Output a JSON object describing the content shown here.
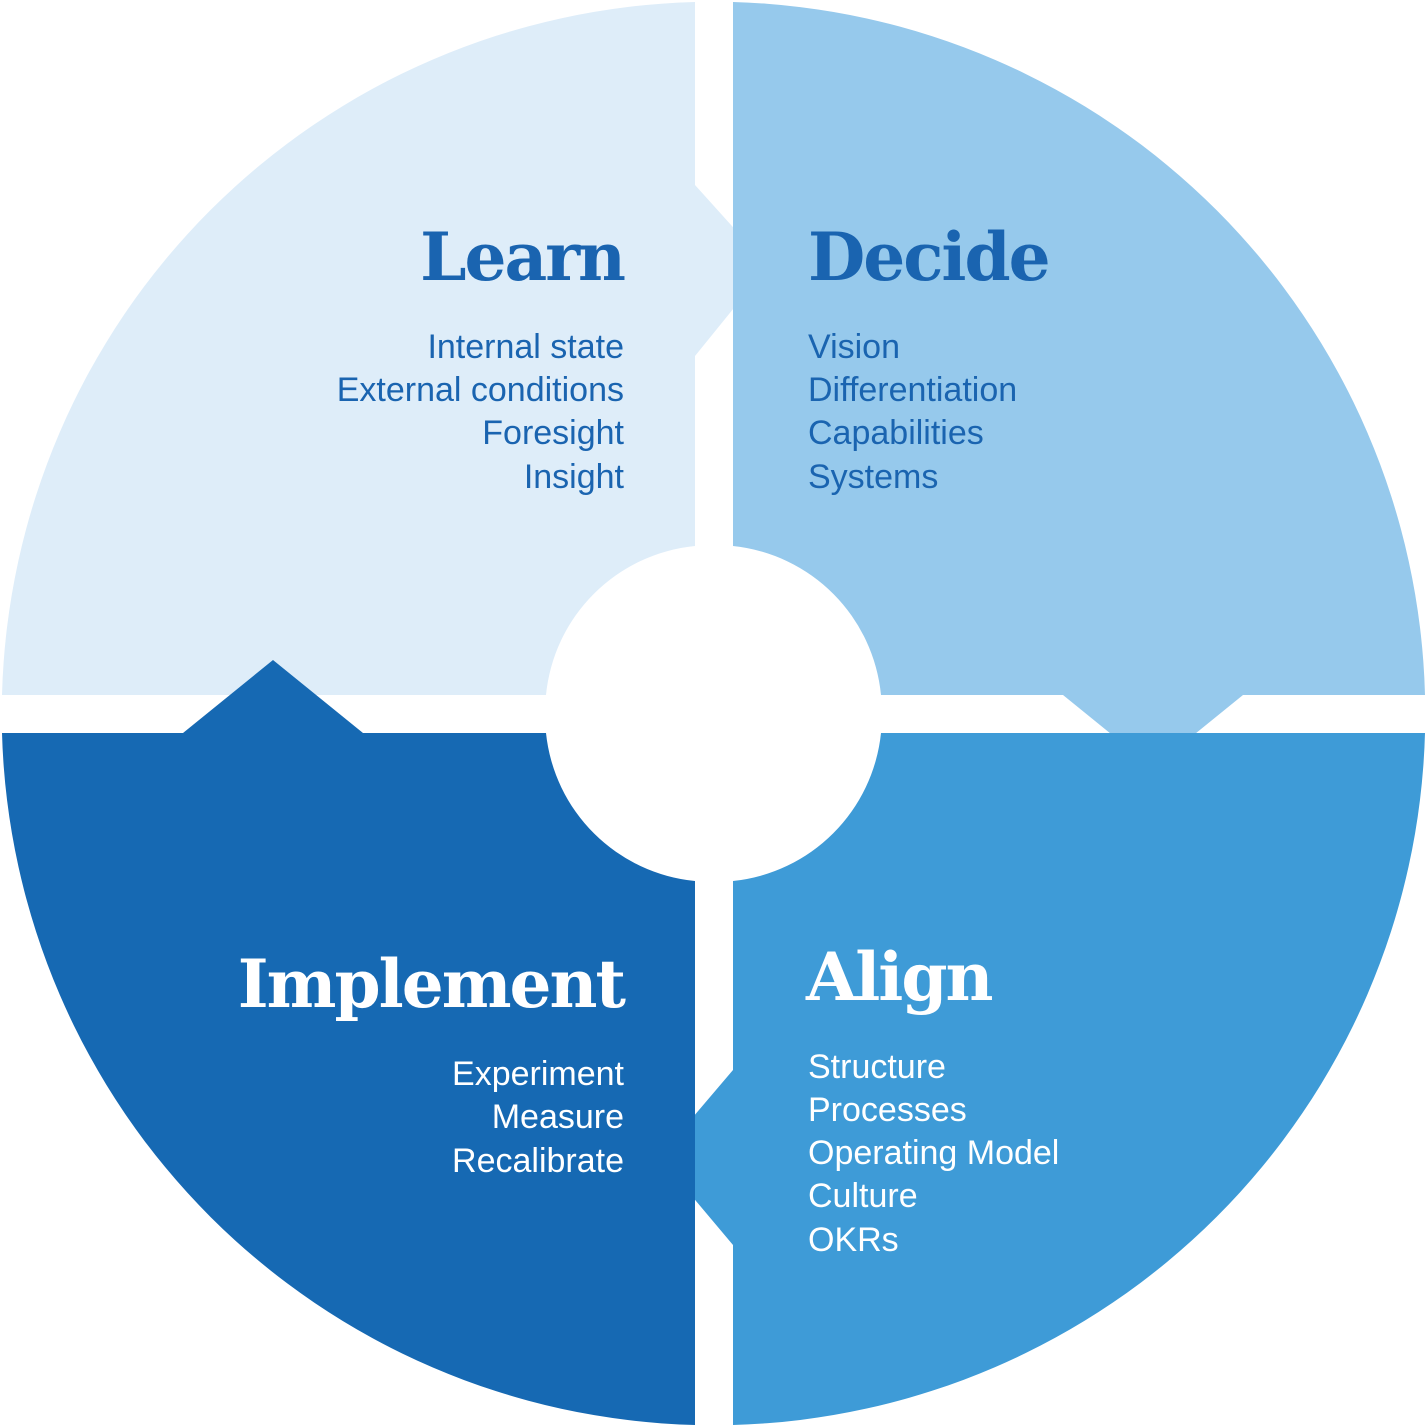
{
  "colors": {
    "background": "#ffffff",
    "learn": "#deedf9",
    "decide": "#96c9ec",
    "align": "#3e9bd7",
    "implement": "#1669b3",
    "text_dark": "#1a64b0",
    "text_light": "#ffffff"
  },
  "quadrants": [
    {
      "id": "learn",
      "title": "Learn",
      "items": [
        "Internal state",
        "External conditions",
        "Foresight",
        "Insight"
      ]
    },
    {
      "id": "decide",
      "title": "Decide",
      "items": [
        "Vision",
        "Differentiation",
        "Capabilities",
        "Systems"
      ]
    },
    {
      "id": "align",
      "title": "Align",
      "items": [
        "Structure",
        "Processes",
        "Operating Model",
        "Culture",
        "OKRs"
      ]
    },
    {
      "id": "implement",
      "title": "Implement",
      "items": [
        "Experiment",
        "Measure",
        "Recalibrate"
      ]
    }
  ]
}
